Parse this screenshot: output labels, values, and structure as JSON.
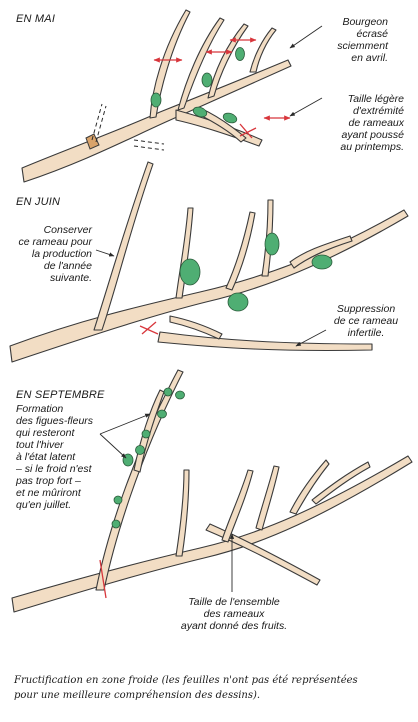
{
  "sections": {
    "may": "EN MAI",
    "june": "EN JUIN",
    "september": "EN SEPTEMBRE"
  },
  "notes": {
    "bud_crushed": [
      "Bourgeon",
      "écrasé",
      "sciemment",
      "en avril."
    ],
    "light_pruning": [
      "Taille légère",
      "d'extrémité",
      "de rameaux",
      "ayant poussé",
      "au printemps."
    ],
    "keep_branch": [
      "Conserver",
      "ce rameau pour",
      "la production",
      "de l'année",
      "suivante."
    ],
    "remove_branch": [
      "Suppression",
      "de ce rameau",
      "infertile."
    ],
    "fig_buds": [
      "Formation",
      "des figues-fleurs",
      "qui resteront",
      "tout l'hiver",
      "à l'état latent",
      "– si le froid n'est",
      "pas trop fort –",
      "et ne mûriront",
      "qu'en juillet."
    ],
    "prune_all": [
      "Taille de l'ensemble",
      "des rameaux",
      "ayant donné des fruits."
    ]
  },
  "caption": [
    "Fructification en zone froide (les feuilles n'ont pas été représentées",
    "pour une meilleure compréhension des dessins)."
  ],
  "colors": {
    "branch_fill": "#f2ddc4",
    "branch_stroke": "#3a3a3a",
    "fig": "#4fae73",
    "cut_mark": "#d8363c"
  }
}
